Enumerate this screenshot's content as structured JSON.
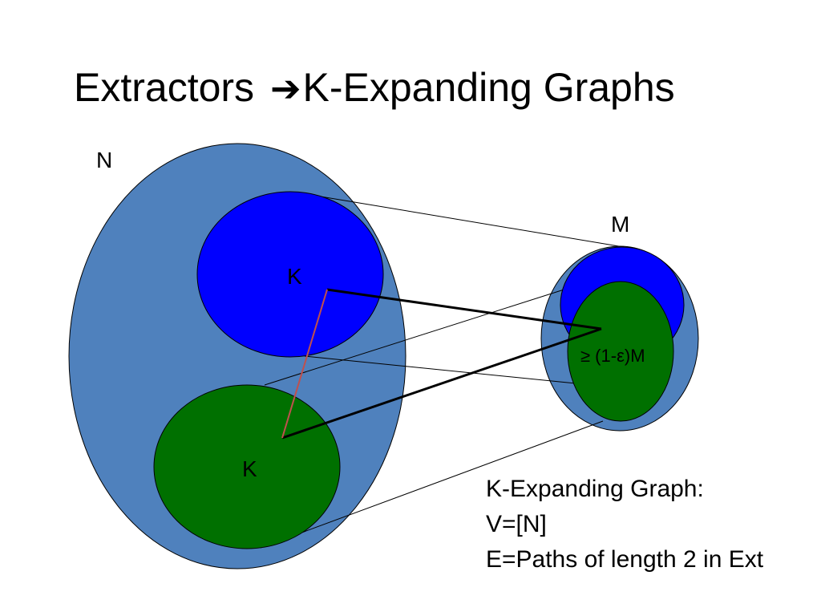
{
  "slide": {
    "title_left": "Extractors",
    "title_arrow": "➔",
    "title_right": "K-Expanding Graphs"
  },
  "diagram": {
    "left_set_label": "N",
    "right_set_label": "M",
    "upper_subset_label": "K",
    "lower_subset_label": "K",
    "image_label": "≥ (1-ε)M",
    "colors": {
      "outer_set": "#4f81bd",
      "upper_subset": "#0000ff",
      "lower_subset": "#007000",
      "path_edge": "#000000",
      "cross_edge": "#c0504d"
    }
  },
  "caption": {
    "line1": "K-Expanding Graph:",
    "line2": "V=[N]",
    "line3": "E=Paths of length 2 in Ext"
  }
}
